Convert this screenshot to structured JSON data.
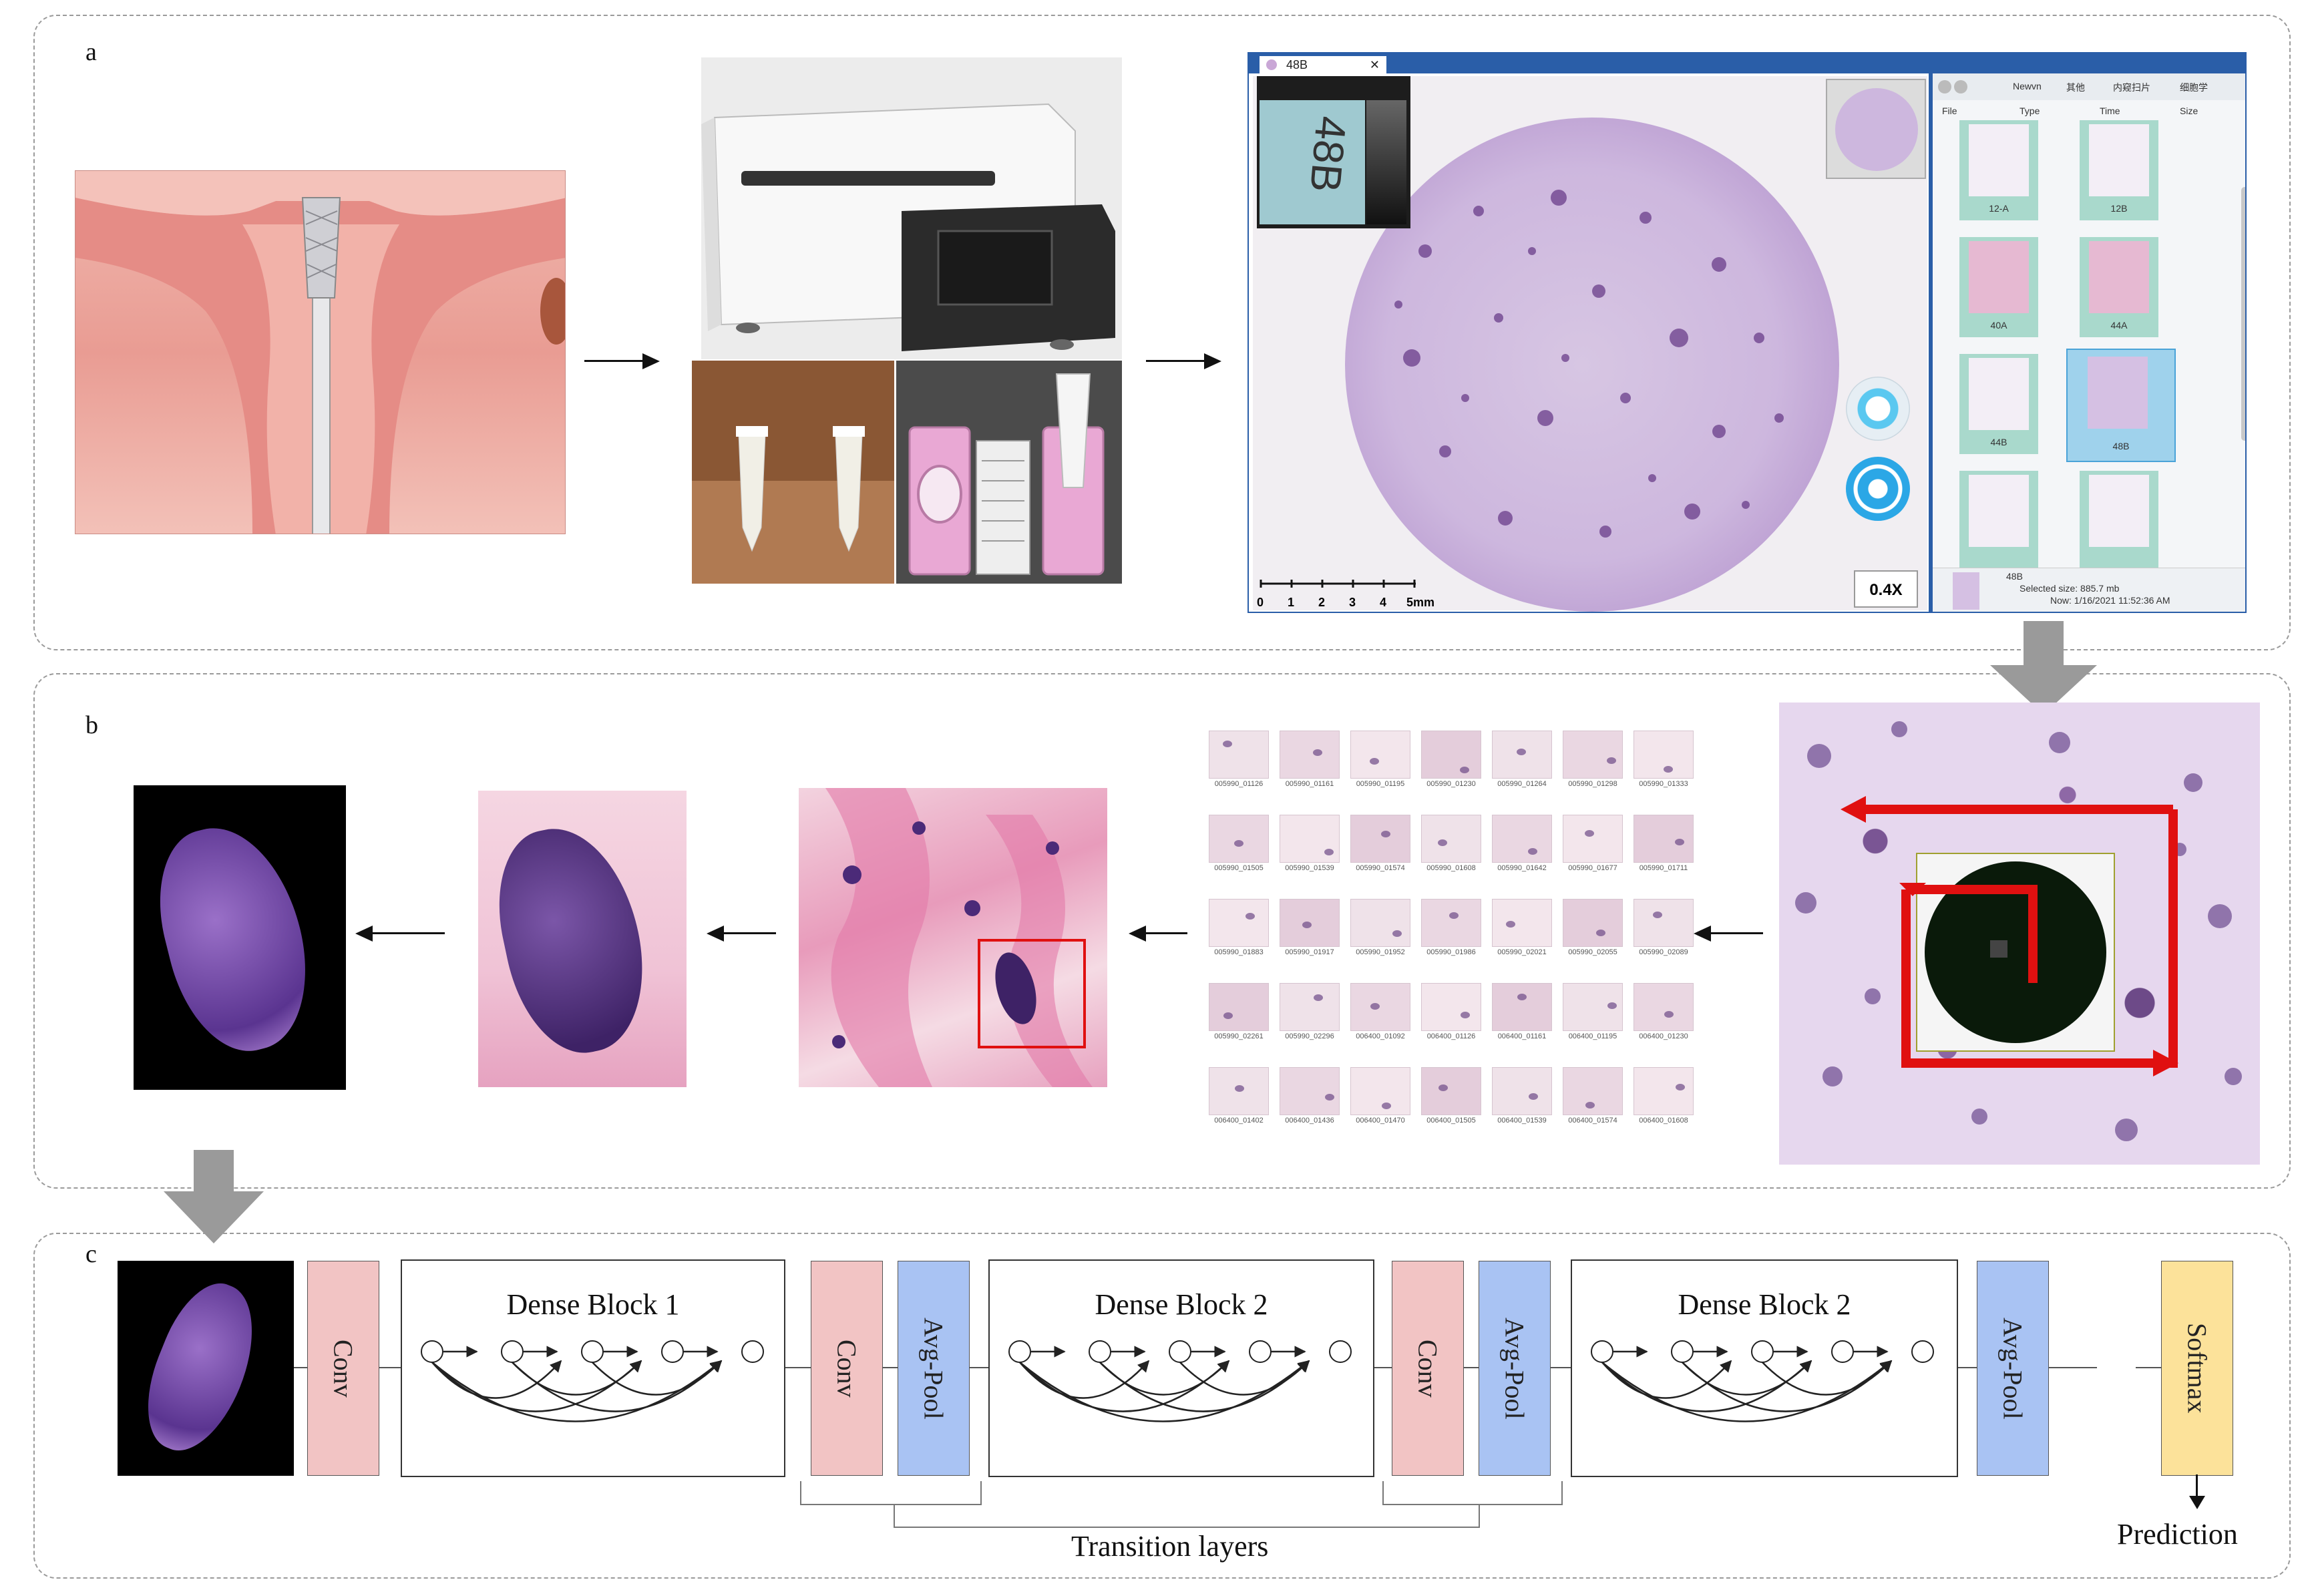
{
  "panels": {
    "a": "a",
    "b": "b",
    "c": "c"
  },
  "viewer": {
    "tab_title": "48B",
    "zoom": "0.4X",
    "scale_ticks": [
      "0",
      "1",
      "2",
      "3",
      "4",
      "5mm"
    ],
    "file_columns": [
      "File",
      "Type",
      "Time",
      "Size"
    ],
    "nav_path": [
      "Newvn",
      "其他",
      "内窥扫片",
      "细胞学"
    ],
    "thumbnails": [
      "12-A",
      "12B",
      "40A",
      "44A",
      "44B",
      "48B",
      "",
      ""
    ],
    "selected_name": "48B",
    "selected_size": "Selected size: 885.7 mb",
    "selected_time": "Now: 1/16/2021 11:52:36 AM",
    "label_strip_text": "48B"
  },
  "tiles": {
    "labels": [
      [
        "005990_01126",
        "005990_01161",
        "005990_01195",
        "005990_01230",
        "005990_01264",
        "005990_01298",
        "005990_01333"
      ],
      [
        "005990_01505",
        "005990_01539",
        "005990_01574",
        "005990_01608",
        "005990_01642",
        "005990_01677",
        "005990_01711"
      ],
      [
        "005990_01883",
        "005990_01917",
        "005990_01952",
        "005990_01986",
        "005990_02021",
        "005990_02055",
        "005990_02089"
      ],
      [
        "005990_02261",
        "005990_02296",
        "006400_01092",
        "006400_01126",
        "006400_01161",
        "006400_01195",
        "006400_01230"
      ],
      [
        "006400_01402",
        "006400_01436",
        "006400_01470",
        "006400_01505",
        "006400_01539",
        "006400_01574",
        "006400_01608"
      ]
    ]
  },
  "network": {
    "conv": "Conv",
    "avg_pool": "Avg-Pool",
    "softmax": "Softmax",
    "dense_blocks": [
      "Dense Block 1",
      "Dense Block 2",
      "Dense Block 2"
    ],
    "transition_label": "Transition layers",
    "prediction_label": "Prediction"
  },
  "colors": {
    "conv": "#f2c4c4",
    "pool": "#a9c3f3",
    "softmax": "#fce29a",
    "scan_path": "#e01010",
    "viewer_accent": "#2a5ea8"
  }
}
